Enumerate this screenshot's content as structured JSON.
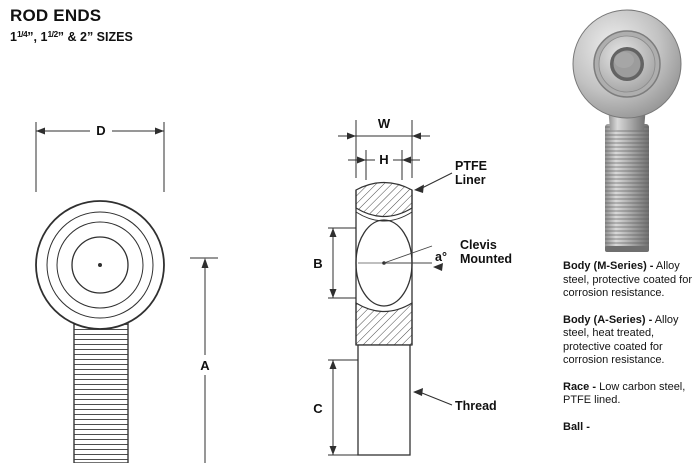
{
  "header": {
    "title": "ROD ENDS",
    "subtitle": {
      "w1": "1",
      "f1": "1/4",
      "q1": "”, ",
      "w2": "1",
      "f2": "1/2",
      "q2": "” & 2” SIZES"
    }
  },
  "front_view": {
    "dim_d": "D",
    "dim_a": "A"
  },
  "section_view": {
    "dim_w": "W",
    "dim_h": "H",
    "dim_b": "B",
    "dim_c": "C",
    "angle_label": "a°",
    "ptfe_lines": [
      "PTFE",
      "Liner"
    ],
    "clevis_lines": [
      "Clevis",
      "Mounted"
    ],
    "thread_label": "Thread"
  },
  "notes": [
    {
      "heading": "Body (M-Series) -",
      "body": "Alloy steel, protective coated for corrosion resistance."
    },
    {
      "heading": "Body (A-Series) -",
      "body": "Alloy steel, heat treated, protective coated for corrosion resistance."
    },
    {
      "heading": "Race -",
      "body": "Low carbon steel, PTFE lined."
    },
    {
      "heading": "Ball -",
      "body": ""
    }
  ],
  "colors": {
    "line": "#2f2f2f",
    "text": "#111111"
  }
}
